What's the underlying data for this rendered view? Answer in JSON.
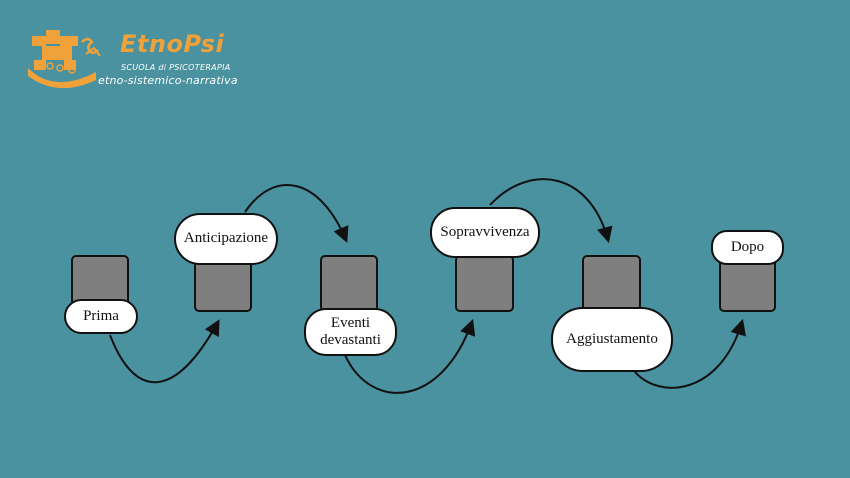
{
  "logo": {
    "title": "EtnoPsi",
    "subtitle": "SCUOLA di PSICOTERAPIA",
    "tagline": "etno-sistemico-narrativa"
  },
  "stages": [
    {
      "id": "prima",
      "label": "Prima"
    },
    {
      "id": "anticipazione",
      "label": "Anticipazione"
    },
    {
      "id": "eventi",
      "label": "Eventi devastanti"
    },
    {
      "id": "sopravvivenza",
      "label": "Sopravvivenza"
    },
    {
      "id": "aggiustamento",
      "label": "Aggiustamento"
    },
    {
      "id": "dopo",
      "label": "Dopo"
    }
  ],
  "colors": {
    "background": "#4a929f",
    "logo_accent": "#f0a13a",
    "box_fill": "#7f7f7f",
    "label_fill": "#ffffff"
  }
}
